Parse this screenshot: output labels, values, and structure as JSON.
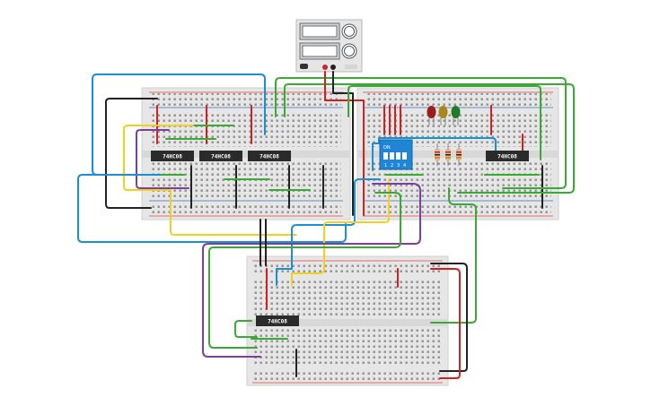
{
  "chips": [
    {
      "id": "u1",
      "label": "74HC08"
    },
    {
      "id": "u2",
      "label": "74HC08"
    },
    {
      "id": "u3",
      "label": "74HC08"
    },
    {
      "id": "u4",
      "label": "74HC08"
    },
    {
      "id": "u5",
      "label": "74HC08"
    }
  ],
  "dip_switch": {
    "label": "ON",
    "positions": [
      "1",
      "2",
      "3",
      "4"
    ]
  },
  "leds": [
    {
      "name": "led-red",
      "color": "#9b1c1c"
    },
    {
      "name": "led-yellow",
      "color": "#a8861a"
    },
    {
      "name": "led-green",
      "color": "#1f7a2a"
    }
  ],
  "wire_colors": {
    "blue": "#1a8fd1",
    "green": "#3aaa35",
    "yellow": "#f2d021",
    "purple": "#7b3fa0",
    "black": "#222222",
    "red": "#d0201f"
  }
}
